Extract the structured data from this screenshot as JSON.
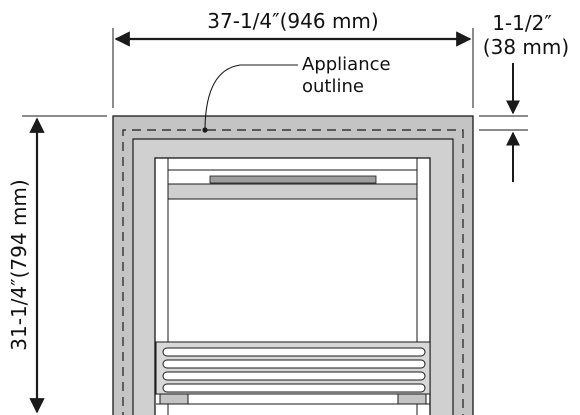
{
  "dimensions": {
    "width_label": "37-1/4″(946 mm)",
    "height_label": "31-1/4″(794 mm)",
    "clearance_label_line1": "1-1/2″",
    "clearance_label_line2": "(38 mm)"
  },
  "callout": {
    "line1": "Appliance",
    "line2": "outline"
  },
  "colors": {
    "surround_fill": "#c4c4c4",
    "stroke": "#1a1a1a",
    "opening_fill": "#ffffff"
  }
}
